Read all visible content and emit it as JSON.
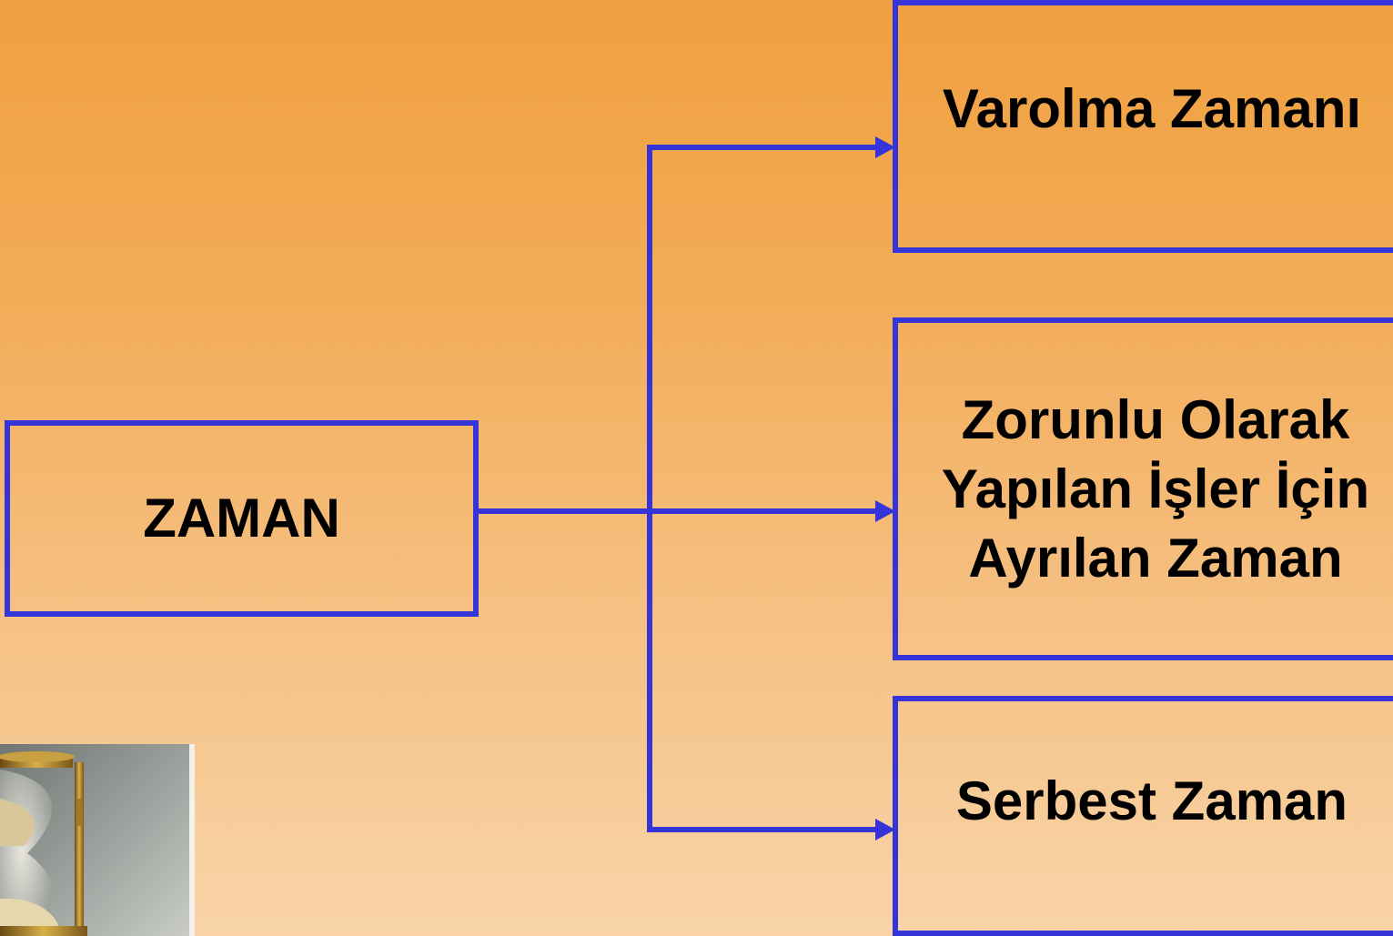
{
  "diagram": {
    "root": {
      "label": "ZAMAN"
    },
    "children": [
      {
        "label": "Varolma Zamanı"
      },
      {
        "label": "Zorunlu Olarak\nYapılan İşler İçin\nAyrılan Zaman"
      },
      {
        "label": "Serbest Zaman"
      }
    ]
  },
  "colors": {
    "border": "#3434d8",
    "text": "#000000",
    "background_top": "#f0a040",
    "background_bottom": "#f8d4a8"
  },
  "icons": {
    "hourglass": "hourglass-icon"
  }
}
